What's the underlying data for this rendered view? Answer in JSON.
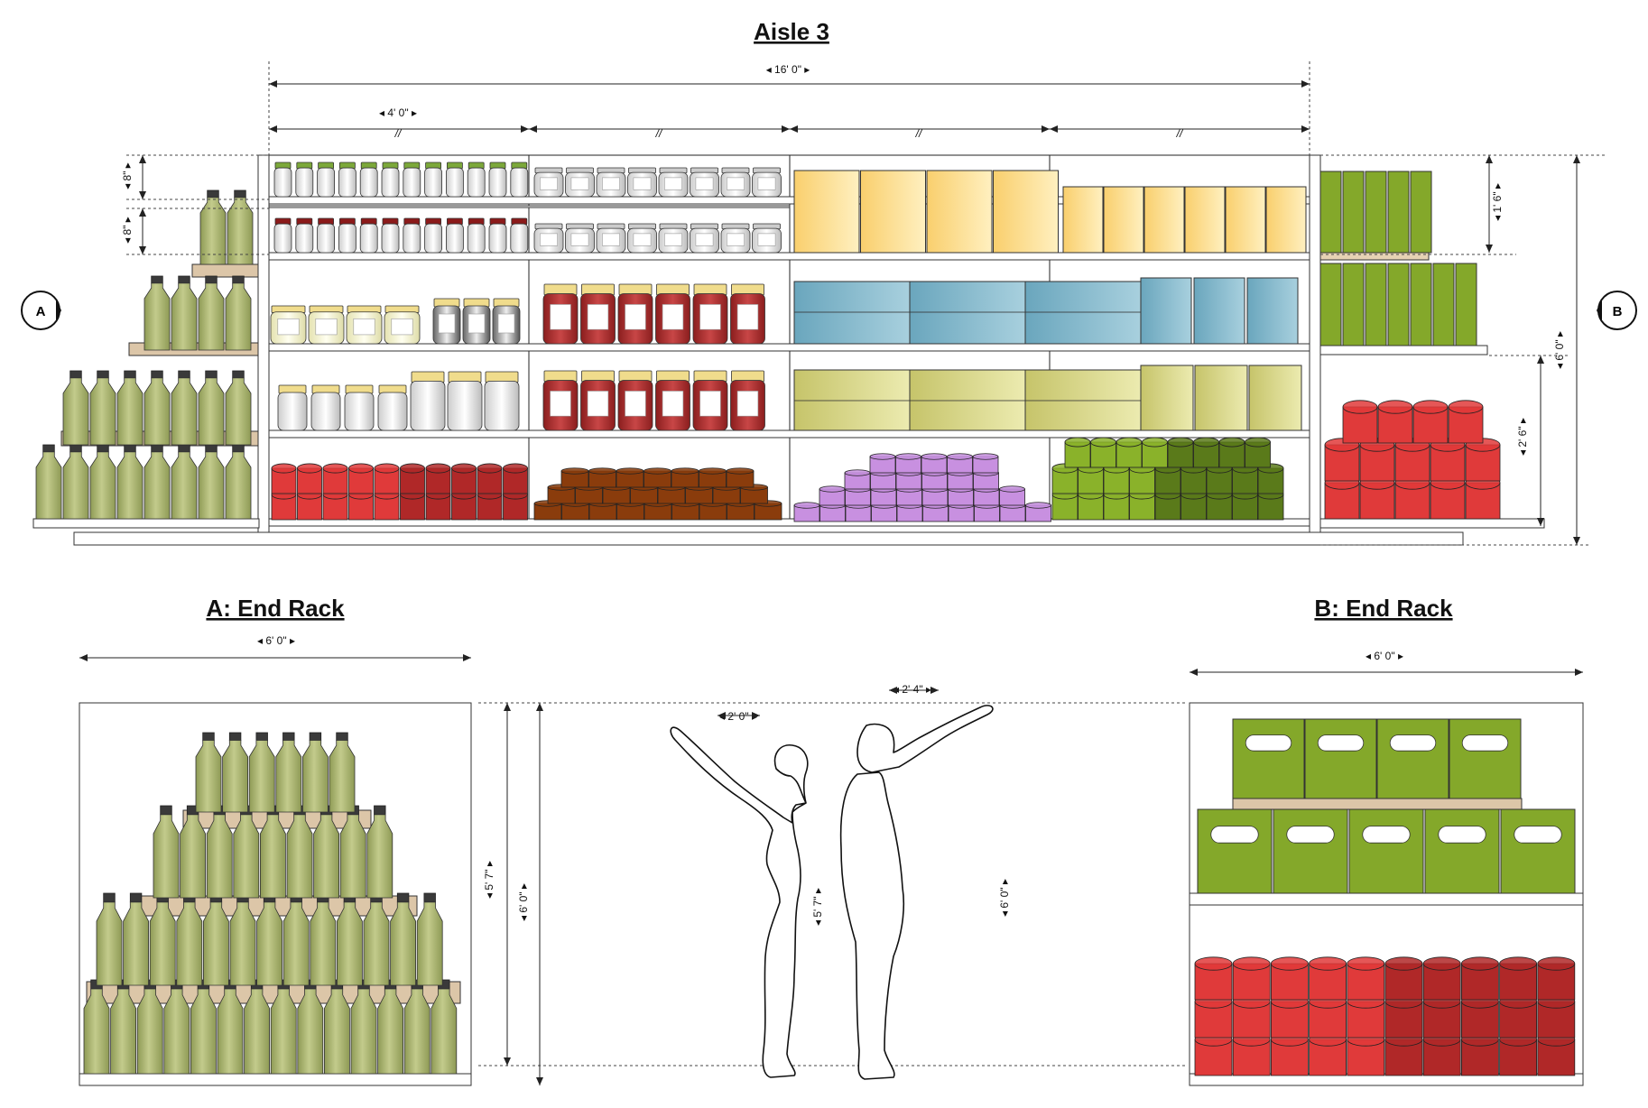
{
  "titles": {
    "aisle": "Aisle 3",
    "end_rack_a": "A: End Rack",
    "end_rack_b": "B: End Rack"
  },
  "markers": {
    "a": "A",
    "b": "B"
  },
  "dimensions": {
    "aisle_total_width": "◂ 16' 0\" ▸",
    "section_width": "◂ 4' 0\" ▸",
    "break_mark": "//",
    "top_shelf_height_1": "◂ 8\" ▸",
    "top_shelf_height_2": "◂ 8\" ▸",
    "end_b_upper_height": "◂ 1' 6\" ▸",
    "end_b_total_height": "◂ 6' 0\" ▸",
    "end_b_lower_height": "◂ 2' 6\" ▸",
    "end_a_width": "◂ 6' 0\" ▸",
    "end_b_width": "◂ 6' 0\" ▸",
    "female_height": "◂ 5' 7\" ▸",
    "rack_height": "◂ 6' 0\" ▸",
    "female_height_inner": "◂ 5' 7\" ▸",
    "rack_height_inner": "◂ 6' 0\" ▸",
    "female_reach": "◂ 2' 0\" ▸",
    "male_reach": "◂ 2' 4\" ▸"
  },
  "colors": {
    "bottle": "#a9b36c",
    "bottle_cap": "#3a3a3a",
    "box_tan": "#dcc6a8",
    "jar_green_cap": "#7ca83a",
    "jar_red_cap": "#8b1a1a",
    "jar_gold_cap": "#f0dc8c",
    "sauce_red": "#b03030",
    "box_yellow": "#f7d27a",
    "box_blue": "#7eb4c8",
    "box_olive": "#d2d27a",
    "can_red": "#e03a3a",
    "can_dark_red": "#b02828",
    "can_brown": "#8a3c0c",
    "can_purple": "#c890e0",
    "can_green": "#8ab22a",
    "can_dark_green": "#5a7a1a",
    "crate_green": "#84a82a"
  }
}
